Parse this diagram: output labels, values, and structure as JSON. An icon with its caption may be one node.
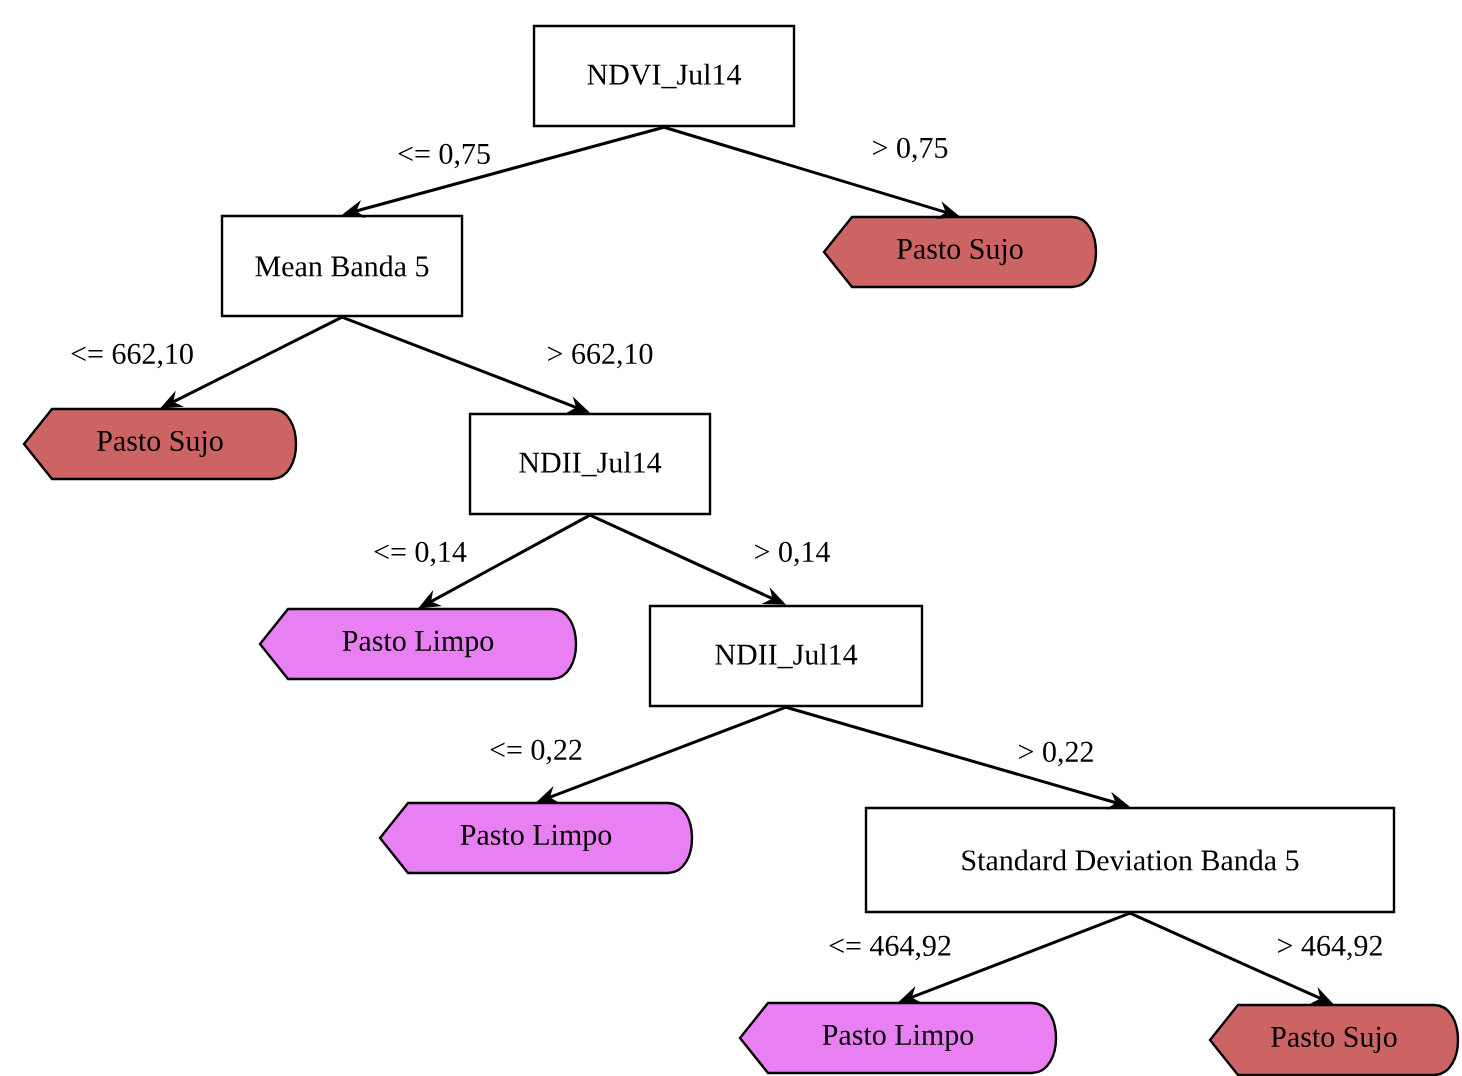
{
  "diagram": {
    "nodes": [
      {
        "text": [
          "NDVI_Jul14"
        ]
      },
      {
        "text": [
          "Mean Banda 5"
        ]
      },
      {
        "text": [
          "Pasto Sujo"
        ]
      },
      {
        "text": [
          "Pasto Sujo"
        ]
      },
      {
        "text": [
          "NDII_Jul14"
        ]
      },
      {
        "text": [
          "Pasto Limpo"
        ]
      },
      {
        "text": [
          "NDII_Jul14"
        ]
      },
      {
        "text": [
          "Pasto Limpo"
        ]
      },
      {
        "text": [
          "Standard Deviation Banda 5"
        ]
      },
      {
        "text": [
          "Pasto Limpo"
        ]
      },
      {
        "text": [
          "Pasto Sujo"
        ]
      }
    ],
    "edges": [
      {
        "from": 0,
        "to": 1,
        "arrow": "to",
        "label": "<= 0,75"
      },
      {
        "from": 0,
        "to": 3,
        "arrow": "to",
        "label": "> 0,75"
      },
      {
        "from": 1,
        "to": 2,
        "arrow": "to",
        "label": "<= 662,10"
      },
      {
        "from": 1,
        "to": 4,
        "arrow": "to",
        "label": "> 662,10"
      },
      {
        "from": 4,
        "to": 5,
        "arrow": "to",
        "label": "<= 0,14"
      },
      {
        "from": 4,
        "to": 6,
        "arrow": "to",
        "label": "> 0,14"
      },
      {
        "from": 6,
        "to": 7,
        "arrow": "to",
        "label": "<= 0,22"
      },
      {
        "from": 6,
        "to": 8,
        "arrow": "to",
        "label": "> 0,22"
      },
      {
        "from": 8,
        "to": 9,
        "arrow": "to",
        "label": "<= 464,92"
      },
      {
        "from": 8,
        "to": 10,
        "arrow": "to",
        "label": "> 464,92"
      }
    ]
  }
}
